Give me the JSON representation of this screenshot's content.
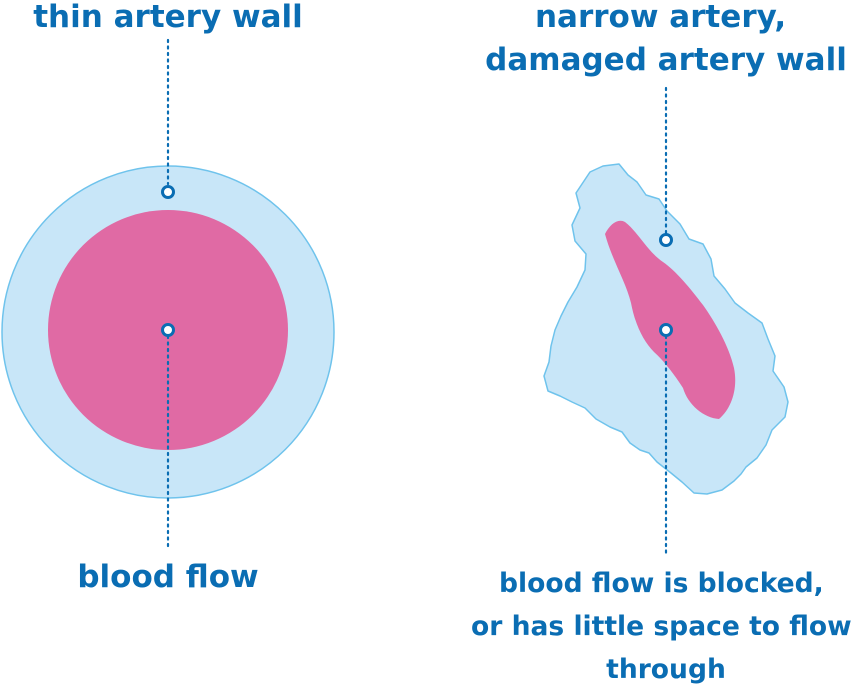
{
  "colors": {
    "wall_fill": "#c8e6f8",
    "wall_stroke": "#6fc3ec",
    "blood": "#e06aa4",
    "label": "#0a6db3"
  },
  "healthy": {
    "wall_label": "thin artery wall",
    "flow_label": "blood flow"
  },
  "damaged": {
    "wall_label_lines": [
      "narrow artery,",
      "damaged artery wall"
    ],
    "flow_label_lines": [
      "blood flow is blocked,",
      "or has little space to flow",
      "through"
    ]
  }
}
